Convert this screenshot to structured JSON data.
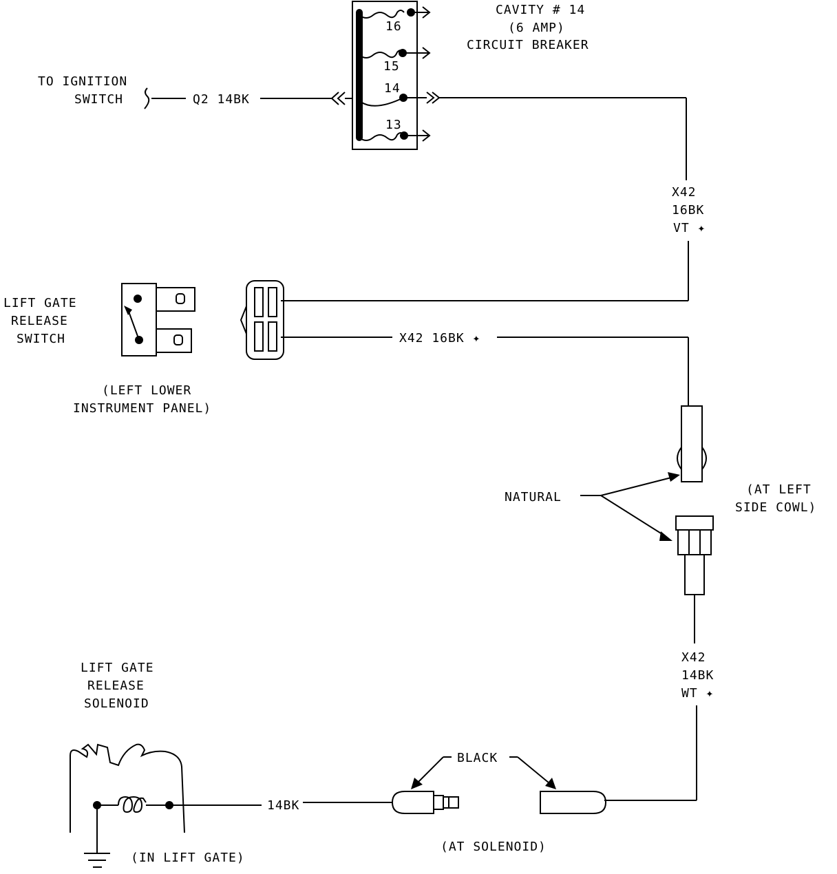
{
  "fuse_block": {
    "cavity_label": "CAVITY # 14",
    "amp_label": "(6 AMP)",
    "breaker_label": "CIRCUIT BREAKER",
    "cavities": [
      "16",
      "15",
      "14",
      "13"
    ]
  },
  "ignition": {
    "label_line1": "TO IGNITION",
    "label_line2": "SWITCH",
    "wire": "Q2  14BK"
  },
  "wire_x42_vt": {
    "line1": "X42",
    "line2": "16BK",
    "line3": "VT ✦"
  },
  "switch": {
    "label_line1": "LIFT GATE",
    "label_line2": "RELEASE",
    "label_line3": "SWITCH",
    "location_line1": "(LEFT LOWER",
    "location_line2": "INSTRUMENT PANEL)"
  },
  "wire_x42_mid": "X42  16BK ✦",
  "cowl_connector": {
    "color_label": "NATURAL",
    "location_line1": "(AT LEFT",
    "location_line2": "SIDE COWL)"
  },
  "wire_x42_wt": {
    "line1": "X42",
    "line2": "14BK",
    "line3": "WT ✦"
  },
  "solenoid": {
    "label_line1": "LIFT GATE",
    "label_line2": "RELEASE",
    "label_line3": "SOLENOID",
    "location": "(IN LIFT GATE)",
    "wire": "14BK"
  },
  "solenoid_connector": {
    "color_label": "BLACK",
    "location": "(AT SOLENOID)"
  }
}
